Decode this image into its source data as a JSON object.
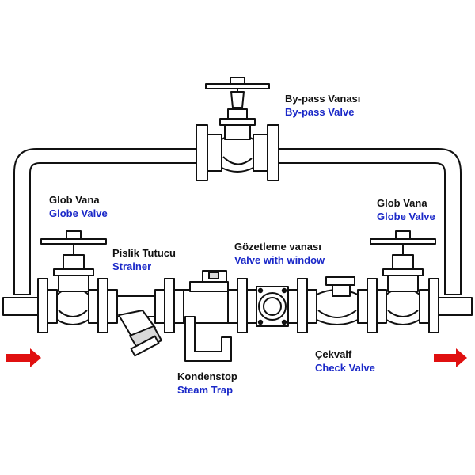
{
  "colors": {
    "line": "#111111",
    "metal_fill": "#ffffff",
    "shade": "#d9d9d9",
    "turkish_text": "#111111",
    "english_text": "#1a28c8",
    "flow_arrow": "#e01010"
  },
  "labels": {
    "bypass_valve": {
      "tr": "By-pass Vanası",
      "en": "By-pass Valve"
    },
    "globe_valve_left": {
      "tr": "Glob Vana",
      "en": "Globe Valve"
    },
    "globe_valve_right": {
      "tr": "Glob Vana",
      "en": "Globe Valve"
    },
    "strainer": {
      "tr": "Pislik Tutucu",
      "en": "Strainer"
    },
    "sight_glass": {
      "tr": "Gözetleme vanası",
      "en": "Valve with window"
    },
    "steam_trap": {
      "tr": "Kondenstop",
      "en": "Steam Trap"
    },
    "check_valve": {
      "tr": "Çekvalf",
      "en": "Check Valve"
    }
  },
  "icons": {
    "inlet_arrow": "flow-arrow-right-icon",
    "outlet_arrow": "flow-arrow-right-icon"
  }
}
